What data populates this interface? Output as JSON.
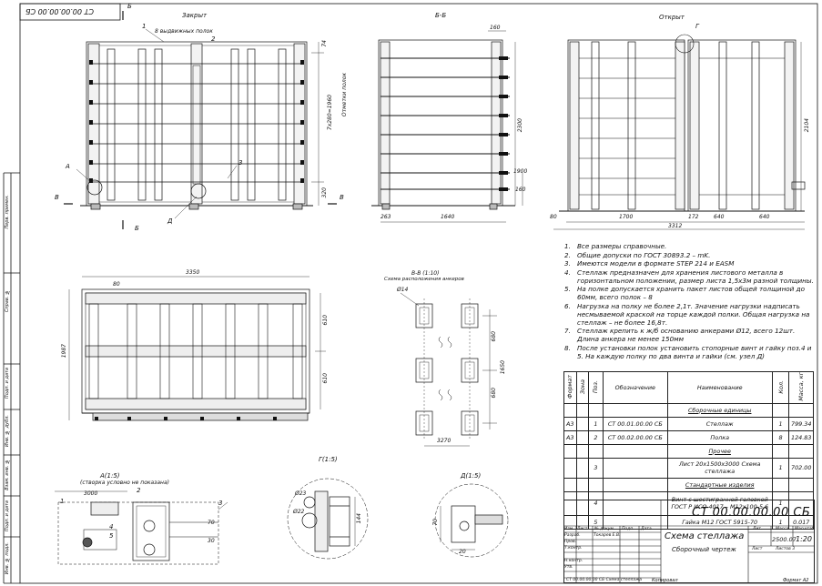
{
  "drawing": {
    "code_rotated": "СТ 00.00.00.00 СБ",
    "views": {
      "closed": "Закрыт",
      "section_bb": "Б-Б",
      "open": "Открыт",
      "section_vv": "В-В (1:10)",
      "section_vv_sub": "Схема расположения анкеров",
      "detail_a": "А(1:5)",
      "detail_a_sub": "(створка условно не показана)",
      "detail_g": "Г(1:5)",
      "detail_d": "Д(1:5)"
    },
    "callouts": {
      "b1": "Б",
      "b2": "Б",
      "v1": "В",
      "v2": "В",
      "a": "А",
      "d": "Д",
      "g": "Г",
      "pos1": "1",
      "pos2": "2",
      "pos3": "3",
      "pos4": "4",
      "pos5": "5",
      "shelves_note": "8 выдвижных полок",
      "levels_note": "Отметки полок"
    },
    "dims": {
      "d74": "74",
      "d7x280": "7x280=1960",
      "d320": "320",
      "d160": "160",
      "d160b": "160",
      "d2300": "2300",
      "d1900": "1900",
      "d263": "263",
      "d1640": "1640",
      "d2104": "2104",
      "d80": "80",
      "d1700": "1700",
      "d172": "172",
      "d640": "640",
      "d640b": "640",
      "d3312": "3312",
      "d3350": "3350",
      "d1987": "1987",
      "d610": "610",
      "d610b": "610",
      "d80b": "80",
      "d14": "Ø14",
      "d680": "680",
      "d680b": "680",
      "d1650": "1650",
      "d3270": "3270",
      "d3000": "3000",
      "d70": "70",
      "d30": "30",
      "d23": "Ø23",
      "d22": "Ø22",
      "d144": "144",
      "d20": "20",
      "d70b": "70"
    },
    "notes": [
      "Все размеры справочные.",
      "Общие допуски по ГОСТ 30893.2 – mK.",
      "Имеются модели в формате STEP 214 и EASM",
      "Стеллаж предназначен для хранения листового металла в горизонтальном положении, размер листа 1,5х3м разной толщины.",
      "На полке допускается хранить пакет листов общей толщиной до 60мм, всего полок – 8",
      "Нагрузка на полку не более 2,1т. Значение нагрузки надписать несмываемой краской на торце каждой полки. Общая нагрузка на стеллаж – не более 16,8т.",
      "Стеллаж крепить к ж/б основанию анкерами Ø12, всего 12шт. Длина анкера не менее 150мм",
      "После установки полок установить стопорные винт и гайку поз.4 и 5. На каждую полку по два винта и гайки (см. узел Д)"
    ],
    "bom": {
      "headers": [
        "Формат",
        "Зона",
        "Поз.",
        "Обозначение",
        "Наименование",
        "Кол.",
        "Масса, кг"
      ],
      "sections": {
        "assemblies": "Сборочные единицы",
        "other": "Прочее",
        "standard": "Стандартные изделия"
      },
      "rows": [
        {
          "fmt": "А3",
          "zone": "",
          "pos": "1",
          "code": "СТ 00.01.00.00 СБ",
          "name": "Стеллаж",
          "qty": "1",
          "mass": "799.34"
        },
        {
          "fmt": "А3",
          "zone": "",
          "pos": "2",
          "code": "СТ 00.02.00.00 СБ",
          "name": "Полка",
          "qty": "8",
          "mass": "124.83"
        },
        {
          "fmt": "",
          "zone": "",
          "pos": "3",
          "code": "",
          "name": "Лист 20х1500х3000 Схема стеллажа",
          "qty": "1",
          "mass": "702.00"
        },
        {
          "fmt": "",
          "zone": "",
          "pos": "4",
          "code": "",
          "name": "Винт с шестигранной головкой ГОСТ Р ИСО 4017 – М12х100-5.6",
          "qty": "1",
          "mass": ""
        },
        {
          "fmt": "",
          "zone": "",
          "pos": "5",
          "code": "",
          "name": "Гайка М12 ГОСТ 5915-70",
          "qty": "1",
          "mass": "0.017"
        }
      ]
    },
    "title_block": {
      "code": "СТ 00.00.00.00 СБ",
      "name": "Схема стеллажа",
      "subtitle": "Сборочный чертеж",
      "lit_header": "Лит.",
      "mass_header": "Масса",
      "scale_header": "Масштаб",
      "mass": "2500.07",
      "scale": "1:20",
      "sheet": "Лист",
      "sheets": "Листов 3",
      "rows": [
        "Изм.",
        "Лист",
        "№ докум.",
        "Подп.",
        "Дата"
      ],
      "roles": [
        "Разраб.",
        "Пров.",
        "Т.контр.",
        "Н.контр.",
        "Утв."
      ],
      "developer": "Токарев Е.В.",
      "copied": "Копировал",
      "format": "Формат А2",
      "bottom_code": "СТ 00.00.00.00 СБ Схема стеллажа"
    },
    "margin_labels": {
      "perv_primen": "Перв. примен.",
      "sprav": "Справ. №",
      "podp_data1": "Подп. и дата",
      "inv_dubl": "Инв. № дубл.",
      "vzam_inv": "Взам. инв. №",
      "podp_data2": "Подп. и дата",
      "inv_podl": "Инв. № подл."
    }
  }
}
